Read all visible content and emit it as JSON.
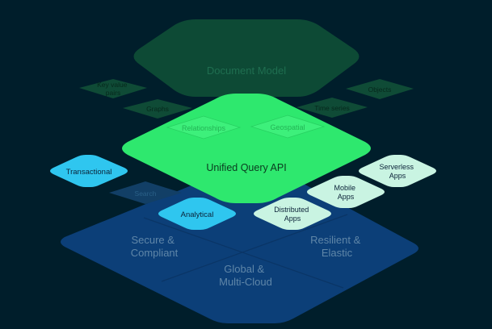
{
  "colors": {
    "background": "#001e2b",
    "base_layer": "#0c3f78",
    "base_text": "#5f86a8",
    "doc_layer": "#0d4a35",
    "doc_text": "#1f6e50",
    "tile_dark_green": "#0f4b36",
    "tile_dark_green_text": "#06281c",
    "core_layer": "#2ee86e",
    "core_text": "#0a3a1f",
    "tile_cyan": "#2fc6ef",
    "tile_mint": "#c9f4e2",
    "tile_text": "#0b2238"
  },
  "base_layer": {
    "quadrants": [
      "Secure & Compliant",
      "Resilient & Elastic",
      "Global & Multi-Cloud"
    ]
  },
  "document_layer": {
    "title": "Document Model",
    "tiles": [
      "Key value pairs",
      "Graphs",
      "Time series",
      "Objects"
    ]
  },
  "core_layer": {
    "title": "Unified Query API",
    "inner_tiles": [
      "Relationships",
      "Geospatial"
    ]
  },
  "workloads": {
    "transactional": "Transactional",
    "search": "Search",
    "analytical": "Analytical",
    "distributed_apps": "Distributed Apps",
    "mobile_apps": "Mobile Apps",
    "serverless_apps": "Serverless Apps"
  }
}
